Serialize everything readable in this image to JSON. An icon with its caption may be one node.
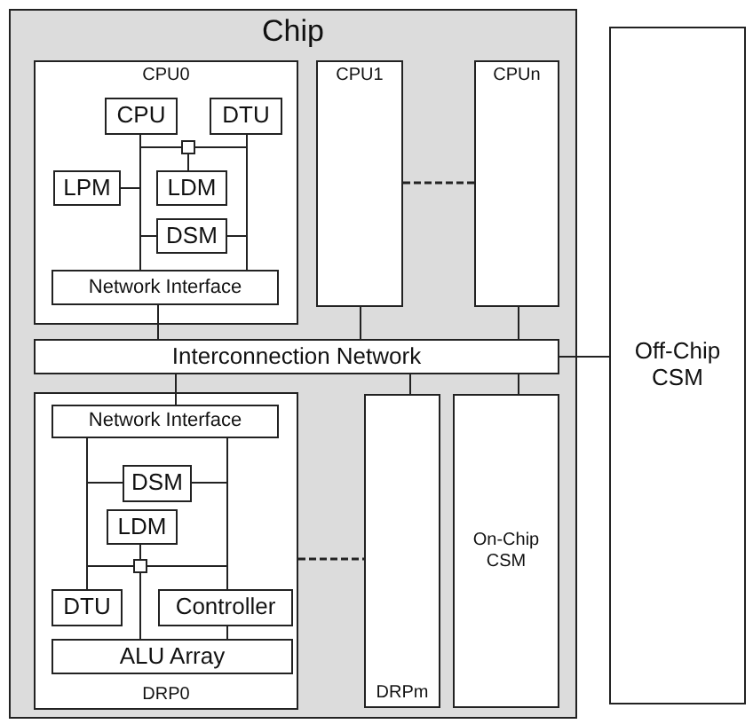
{
  "diagram": {
    "nodes": [
      {
        "text": [
          "Chip"
        ]
      },
      {
        "text": [
          "CPU0"
        ],
        "in": 0
      },
      {
        "text": [
          "CPU"
        ],
        "in": 1
      },
      {
        "text": [
          "DTU"
        ],
        "in": 1
      },
      {
        "text": [],
        "shape": "box",
        "in": 1
      },
      {
        "text": [
          "LPM"
        ],
        "in": 1
      },
      {
        "text": [
          "LDM"
        ],
        "in": 1
      },
      {
        "text": [
          "DSM"
        ],
        "in": 1
      },
      {
        "text": [
          "Network Interface"
        ],
        "in": 1
      },
      {
        "text": [
          "CPU1"
        ],
        "in": 0
      },
      {
        "text": [
          "CPUn"
        ],
        "in": 0
      },
      {
        "text": [
          "Interconnection Network"
        ],
        "in": 0
      },
      {
        "text": [
          "Off-Chip CSM"
        ]
      },
      {
        "text": [
          "DRP0"
        ],
        "in": 0
      },
      {
        "text": [
          "Network Interface"
        ],
        "in": 13
      },
      {
        "text": [
          "DSM"
        ],
        "in": 13
      },
      {
        "text": [
          "LDM"
        ],
        "in": 13
      },
      {
        "text": [],
        "shape": "box",
        "in": 13
      },
      {
        "text": [
          "DTU"
        ],
        "in": 13
      },
      {
        "text": [
          "Controller"
        ],
        "in": 13
      },
      {
        "text": [
          "ALU Array"
        ],
        "in": 13
      },
      {
        "text": [
          "DRPm"
        ],
        "in": 0
      },
      {
        "text": [
          "On-Chip CSM"
        ],
        "in": 0
      }
    ],
    "edges": [
      {
        "from": 2,
        "to": 4,
        "arrow": "none"
      },
      {
        "from": 3,
        "to": 4,
        "arrow": "none"
      },
      {
        "from": 6,
        "to": 4,
        "arrow": "none"
      },
      {
        "from": 2,
        "to": 8,
        "arrow": "none"
      },
      {
        "from": 3,
        "to": 8,
        "arrow": "none"
      },
      {
        "from": 5,
        "to": 8,
        "arrow": "none"
      },
      {
        "from": 7,
        "to": 8,
        "arrow": "none"
      },
      {
        "from": 7,
        "to": 8,
        "arrow": "none"
      },
      {
        "from": 8,
        "to": 11,
        "arrow": "none"
      },
      {
        "from": 9,
        "to": 11,
        "arrow": "none"
      },
      {
        "from": 10,
        "to": 11,
        "arrow": "none"
      },
      {
        "from": 9,
        "to": 10,
        "arrow": "none",
        "style": "dashed"
      },
      {
        "from": 11,
        "to": 12,
        "arrow": "none"
      },
      {
        "from": 11,
        "to": 14,
        "arrow": "none"
      },
      {
        "from": 11,
        "to": 21,
        "arrow": "none"
      },
      {
        "from": 11,
        "to": 22,
        "arrow": "none"
      },
      {
        "from": 13,
        "to": 21,
        "arrow": "none",
        "style": "dashed"
      },
      {
        "from": 14,
        "to": 18,
        "arrow": "none"
      },
      {
        "from": 14,
        "to": 19,
        "arrow": "none"
      },
      {
        "from": 15,
        "to": 14,
        "arrow": "none"
      },
      {
        "from": 15,
        "to": 14,
        "arrow": "none"
      },
      {
        "from": 16,
        "to": 17,
        "arrow": "none"
      },
      {
        "from": 17,
        "to": 18,
        "arrow": "none"
      },
      {
        "from": 17,
        "to": 19,
        "arrow": "none"
      },
      {
        "from": 17,
        "to": 20,
        "arrow": "none"
      },
      {
        "from": 19,
        "to": 20,
        "arrow": "none"
      }
    ]
  }
}
